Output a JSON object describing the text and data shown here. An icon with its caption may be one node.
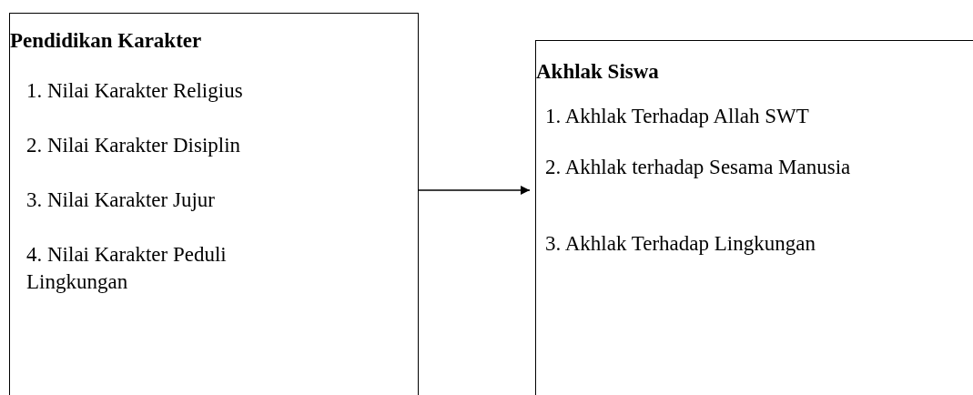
{
  "diagram": {
    "nodes": [
      {
        "text": [
          "Pendidikan Karakter",
          "1. Nilai Karakter Religius",
          "2. Nilai Karakter Disiplin",
          "3. Nilai Karakter Jujur",
          "4. Nilai Karakter Peduli Lingkungan"
        ]
      },
      {
        "text": [
          "Akhlak Siswa",
          "1. Akhlak Terhadap Allah SWT",
          "2. Akhlak terhadap Sesama Manusia",
          "3. Akhlak Terhadap Lingkungan"
        ]
      }
    ],
    "edges": [
      {
        "from": 0,
        "to": 1,
        "arrow": "to"
      }
    ]
  }
}
